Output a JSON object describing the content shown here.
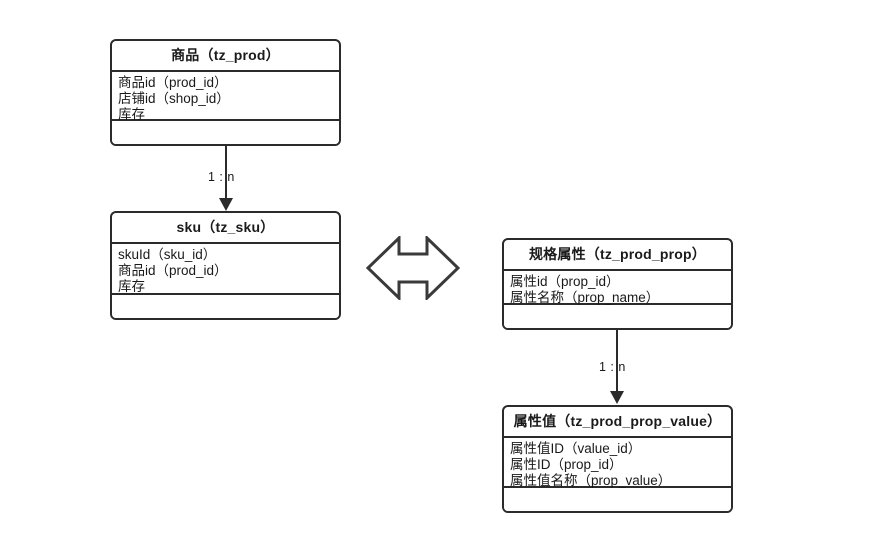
{
  "diagram": {
    "title_visible": false,
    "background_color": "#ffffff",
    "line_color": "#2b2b2b",
    "text_color": "#1a1a1a"
  },
  "entities": [
    {
      "id": "tz_prod",
      "header": "商品（tz_prod）",
      "attributes": [
        "商品id（prod_id）",
        "店铺id（shop_id）",
        "库存"
      ]
    },
    {
      "id": "tz_sku",
      "header": "sku（tz_sku）",
      "attributes": [
        "skuId（sku_id）",
        "商品id（prod_id）",
        "库存"
      ]
    },
    {
      "id": "tz_prod_prop",
      "header": "规格属性（tz_prod_prop）",
      "attributes": [
        "属性id（prop_id）",
        "属性名称（prop_name）"
      ]
    },
    {
      "id": "tz_prod_prop_value",
      "header": "属性值（tz_prod_prop_value）",
      "attributes": [
        "属性值ID（value_id）",
        "属性ID（prop_id）",
        "属性值名称（prop_value）"
      ]
    }
  ],
  "relations": [
    {
      "id": "prod-to-sku",
      "from": "tz_prod",
      "to": "tz_sku",
      "label": "1 : n"
    },
    {
      "id": "prop-to-prop-value",
      "from": "tz_prod_prop",
      "to": "tz_prod_prop_value",
      "label": "1 : n"
    }
  ],
  "symbols": [
    {
      "id": "bidirectional-link",
      "name": "double-headed-arrow",
      "label": ""
    }
  ]
}
